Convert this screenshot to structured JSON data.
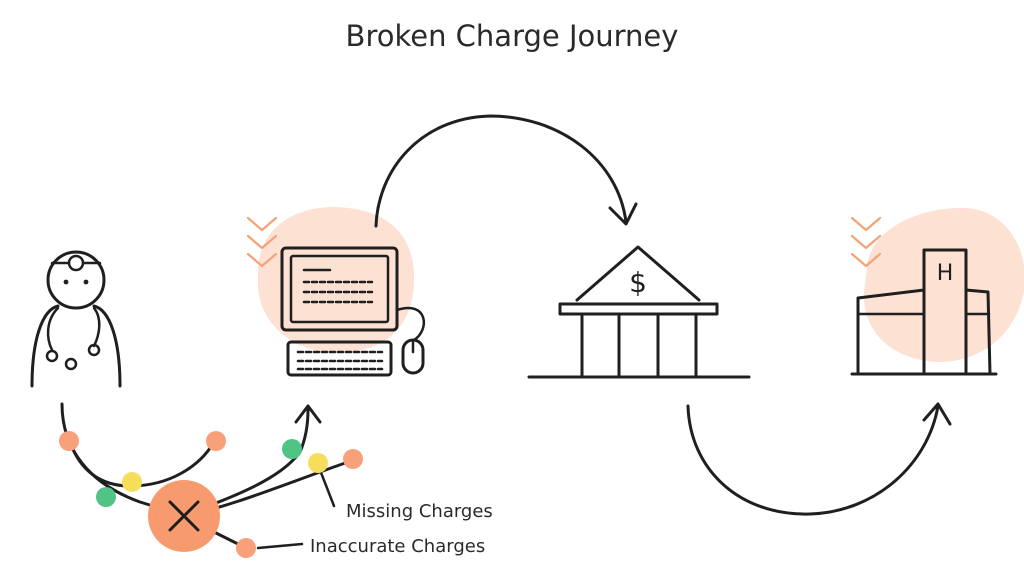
{
  "title": "Broken Charge Journey",
  "labels": {
    "missing": "Missing Charges",
    "inaccurate": "Inaccurate Charges"
  },
  "icons": {
    "hospital_letter": "H",
    "bank_symbol": "$"
  },
  "colors": {
    "ink": "#1f1f1f",
    "peach_blob": "#fde2d4",
    "orange_dot": "#f7a07a",
    "green_dot": "#4fc485",
    "yellow_dot": "#f6dd5c",
    "x_circle": "#f79a6e",
    "chevron": "#f4a376"
  }
}
